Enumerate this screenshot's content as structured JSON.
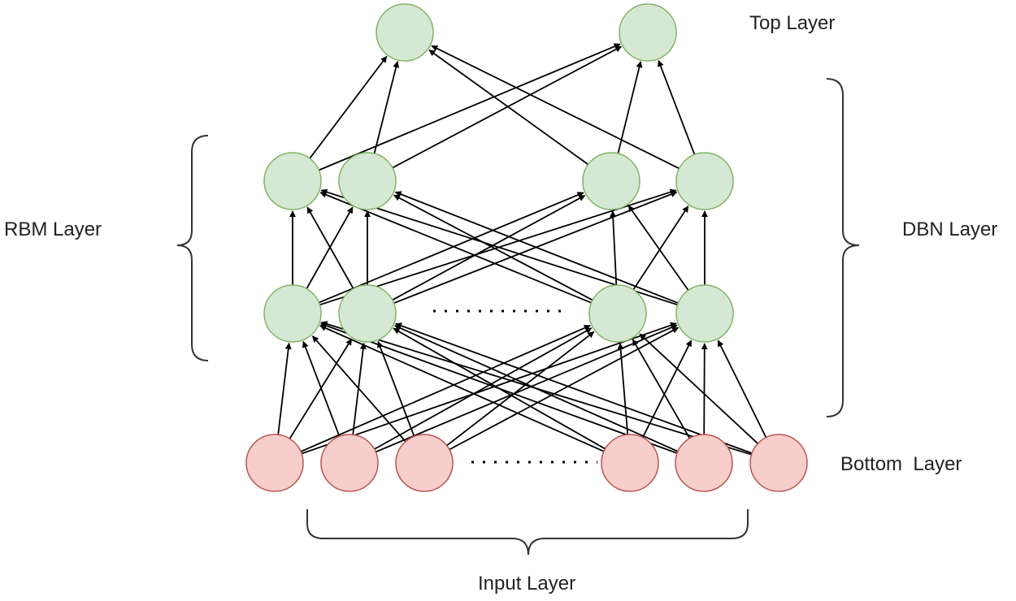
{
  "labels": {
    "top": "Top Layer",
    "rbm": "RBM Layer",
    "dbn": "DBN Layer",
    "bottom": "Bottom  Layer",
    "input": "Input Layer"
  },
  "layers": {
    "top_nodes": 2,
    "hidden2_nodes": 4,
    "hidden1_nodes": 4,
    "bottom_nodes": 6
  },
  "colors": {
    "hidden_fill": "#d5e8d4",
    "hidden_stroke": "#82b366",
    "input_fill": "#f8cecc",
    "input_stroke": "#b85450",
    "edge": "#000000"
  }
}
